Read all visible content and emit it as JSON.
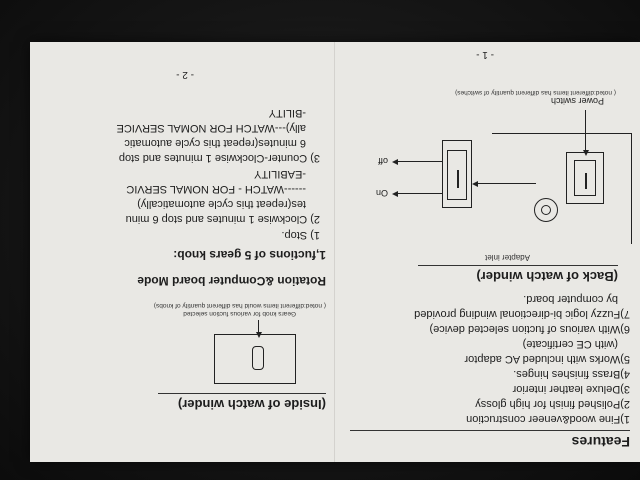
{
  "left_page": {
    "features_title": "Features",
    "features": [
      "1)Fine wood&veneer construction",
      "2)Polished finish for high glossy",
      "3)Deluxe leather interior",
      "4)Brass finishes hinges.",
      "5)Works with included AC adaptor",
      "(with CE certificate)",
      "6)With various of fuction selected device)",
      "7)Fuzzy logic bi-directional winding provided",
      "by computer board."
    ],
    "back_title": "(Back of watch winder)",
    "adapter_label": "Adapter inlet",
    "on_label": "On",
    "off_label": "off",
    "power_label": "Power switch",
    "power_note": "( noted:different items has different quantity of switches)",
    "page_number": "- 1 -"
  },
  "right_page": {
    "inside_title": "(Inside of watch winder)",
    "knob_note_1": "Gears knob for various fuction selected",
    "knob_note_2": "( noted:different items would has different quantity of knobs)",
    "rotation_title": "Rotation &Computer board  Mode",
    "fuctions_title": "1,fuctions of 5 gears knob:",
    "items": [
      "1) Stop.",
      "2) Clockwise 1 minutes and stop 6 minu",
      "tes(repeat this cycle automatically)",
      "------WATCH - FOR NOMAL SERVIC",
      "-EABILITY",
      "3) Counter-Clockwise 1 minutes and stop",
      "6 minutes(repeat this cycle automatic",
      "ally)---WATCH FOR NOMAL SERVICE",
      "-BILITY"
    ],
    "page_number": "- 2 -"
  },
  "colors": {
    "paper": "#e9e8e4",
    "ink": "#1d1d1d",
    "background": "#141414"
  }
}
